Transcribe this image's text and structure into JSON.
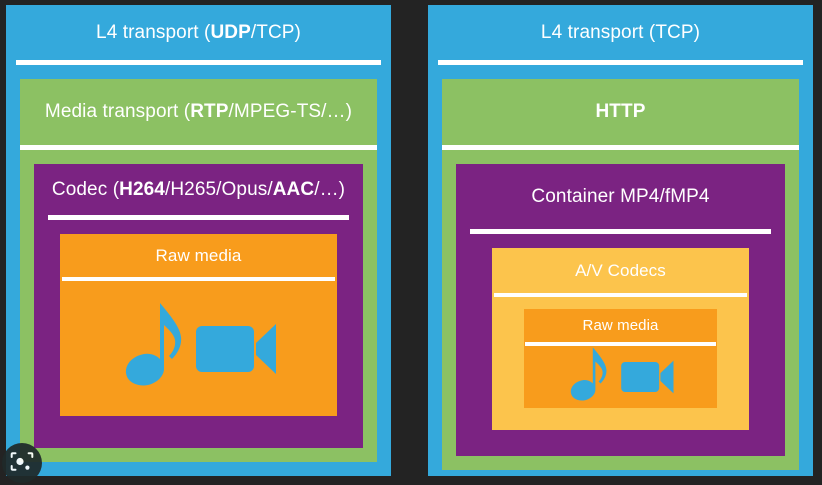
{
  "background_color": "#232323",
  "palette": {
    "blue": "#34a9dc",
    "green": "#8cc163",
    "purple": "#7b2382",
    "amber": "#fcc44c",
    "orange": "#f89c1c",
    "rule": "#ffffff",
    "text": "#ffffff"
  },
  "overlay": {
    "lens_icon": "google-lens-icon"
  },
  "panels": [
    {
      "id": "udp-rtp-stack",
      "l4": {
        "title_parts": [
          {
            "text": "L4 transport (",
            "bold": false
          },
          {
            "text": "UDP",
            "bold": true
          },
          {
            "text": "/TCP)",
            "bold": false
          }
        ],
        "title_plain": "L4 transport (UDP/TCP)",
        "color": "#34a9dc"
      },
      "media_transport": {
        "title_parts": [
          {
            "text": "Media transport (",
            "bold": false
          },
          {
            "text": "RTP",
            "bold": true
          },
          {
            "text": "/MPEG-TS/…)",
            "bold": false
          }
        ],
        "title_plain": "Media transport (RTP/MPEG-TS/…)",
        "color": "#8cc163"
      },
      "codec": {
        "title_parts": [
          {
            "text": "Codec (",
            "bold": false
          },
          {
            "text": "H264",
            "bold": true
          },
          {
            "text": "/H265/Opus/",
            "bold": false
          },
          {
            "text": "AAC",
            "bold": true
          },
          {
            "text": "/…)",
            "bold": false
          }
        ],
        "title_plain": "Codec (H264/H265/Opus/AAC/…)",
        "color": "#7b2382"
      },
      "raw_media": {
        "title_plain": "Raw media",
        "color": "#f89c1c",
        "icons": [
          "music-note-icon",
          "video-camera-icon"
        ]
      }
    },
    {
      "id": "tcp-http-stack",
      "l4": {
        "title_parts": [
          {
            "text": "L4 transport (TCP)",
            "bold": false
          }
        ],
        "title_plain": "L4 transport (TCP)",
        "color": "#34a9dc"
      },
      "media_transport": {
        "title_parts": [
          {
            "text": "HTTP",
            "bold": true
          }
        ],
        "title_plain": "HTTP",
        "color": "#8cc163"
      },
      "container": {
        "title_plain": "Container MP4/fMP4",
        "color": "#7b2382"
      },
      "av_codecs": {
        "title_plain": "A/V Codecs",
        "color": "#fcc44c"
      },
      "raw_media": {
        "title_plain": "Raw media",
        "color": "#f89c1c",
        "icons": [
          "music-note-icon",
          "video-camera-icon"
        ]
      }
    }
  ]
}
